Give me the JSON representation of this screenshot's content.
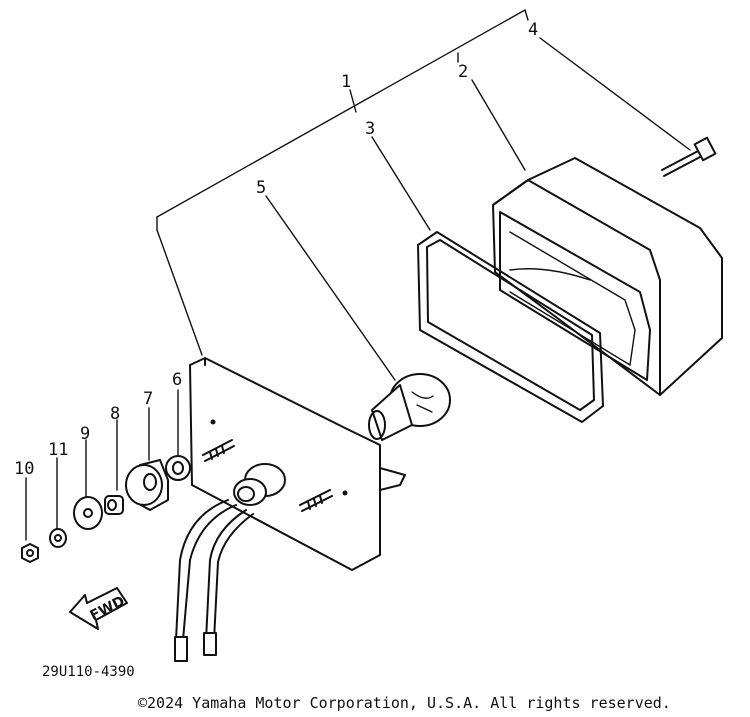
{
  "callouts": {
    "c1": "1",
    "c2": "2",
    "c3": "3",
    "c4": "4",
    "c5": "5",
    "c6": "6",
    "c7": "7",
    "c8": "8",
    "c9": "9",
    "c10": "10",
    "c11": "11"
  },
  "part_code": "29U110-4390",
  "fwd_label": "FWD",
  "copyright": "©2024 Yamaha Motor Corporation, U.S.A. All rights reserved."
}
